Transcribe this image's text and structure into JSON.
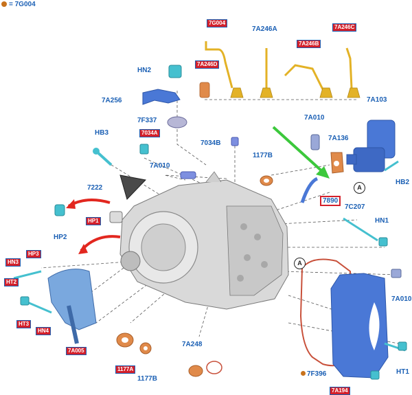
{
  "legend": {
    "text": "= 7G004",
    "dot_color": "#c8721c"
  },
  "labels": {
    "hn2": "HN2",
    "p7a256": "7A256",
    "p7f337": "7F337",
    "p7a246a": "7A246A",
    "p7034b": "7034B",
    "p1177b_top": "1177B",
    "p7a010_top": "7A010",
    "p7a136": "7A136",
    "p7a103": "7A103",
    "hb3": "HB3",
    "p7a010_left": "7A010",
    "p7222": "7222",
    "hb2": "HB2",
    "p7c207": "7C207",
    "hn1": "HN1",
    "hp2": "HP2",
    "p7a010_right": "7A010",
    "p7f396": "7F396",
    "ht1": "HT1",
    "p7a248": "7A248",
    "p1177b_bottom": "1177B",
    "p7890": "7890",
    "circle_a_top": "A",
    "circle_a_mid": "A"
  },
  "redacted": {
    "r_top1": "7G004",
    "r_top2": "7A246C",
    "r_top3": "7A246B",
    "r_top4": "7A246D",
    "r_small": "7034A",
    "r_hp1": "HP1",
    "r_hp3": "HP3",
    "r_left1": "HN3",
    "r_left2": "HT3",
    "r_left3": "HN4",
    "r_left4": "HT2",
    "r_7a005": "7A005",
    "r_1177a": "1177A",
    "r_bottom_right": "7A194"
  },
  "colors": {
    "blue_part": "#4a78d6",
    "gold_part": "#e3b226",
    "orange_part": "#e08a4a",
    "housing": "#d8d8d8",
    "gasket": "#c8503a",
    "arrow_red": "#e2271f",
    "arrow_green": "#3cc83c",
    "label_blue": "#1a5fb4"
  }
}
